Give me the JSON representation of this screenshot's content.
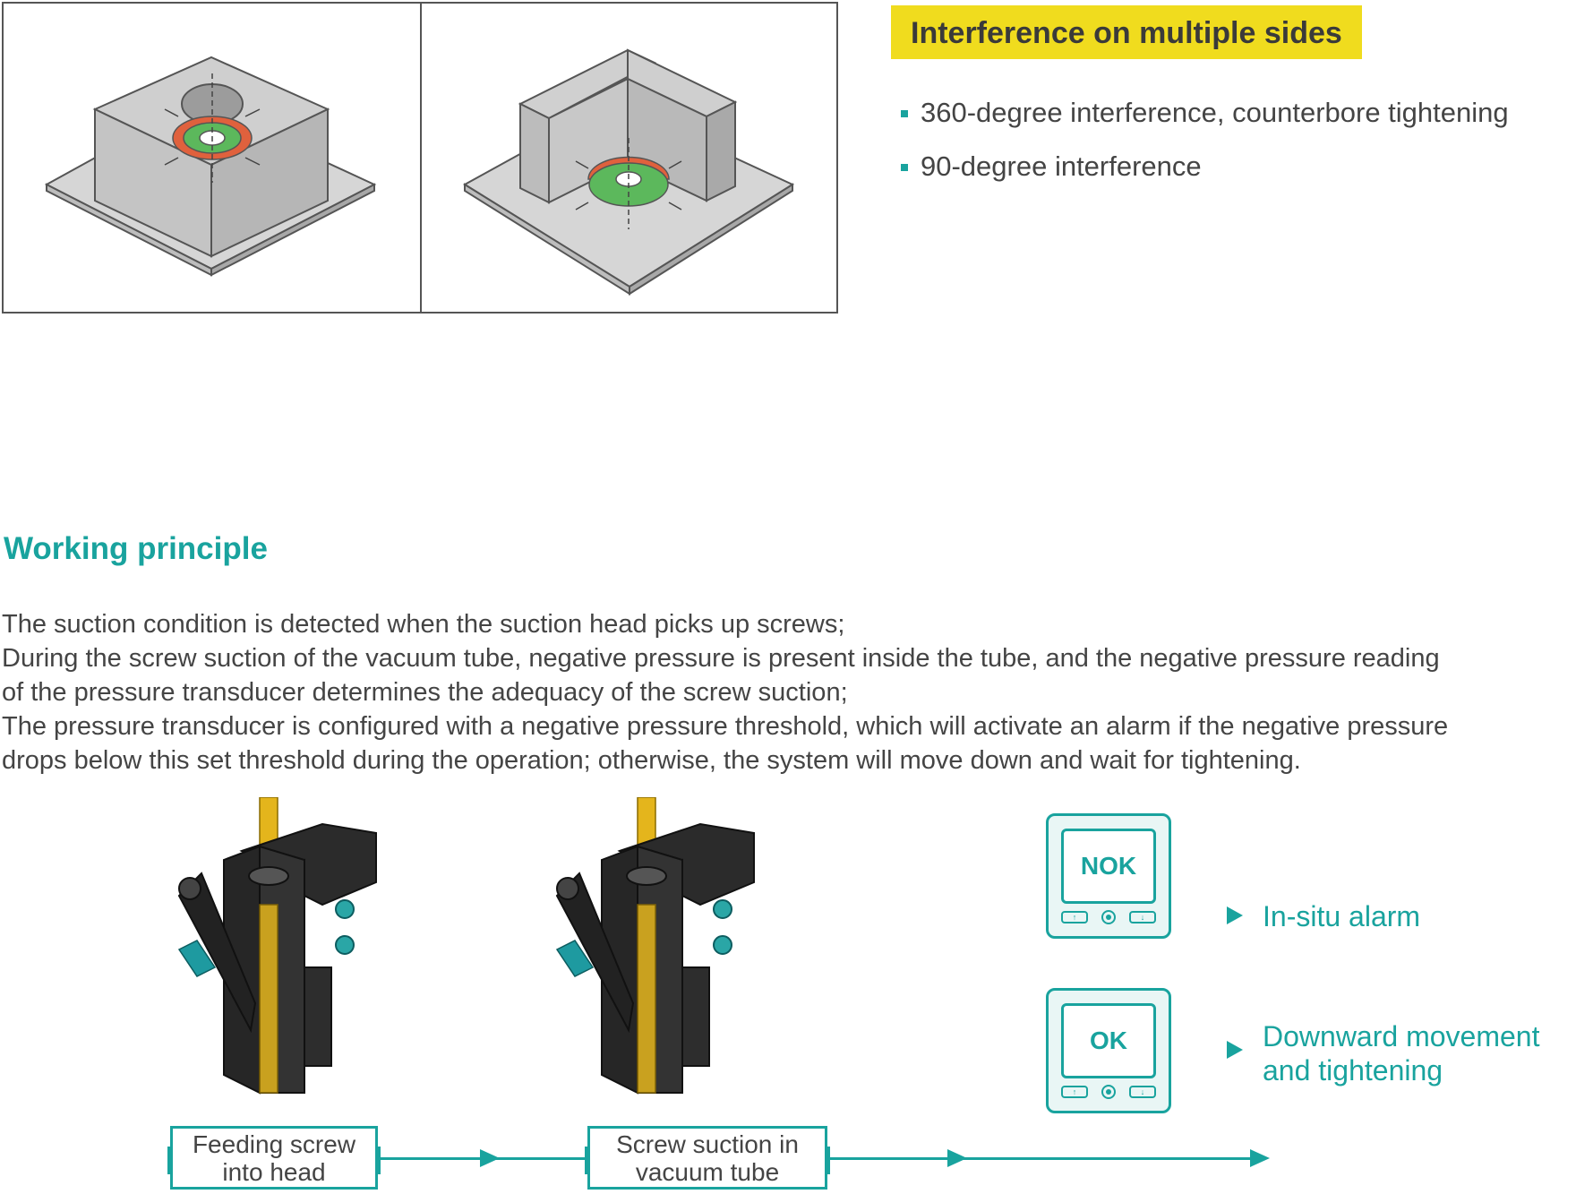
{
  "interference": {
    "title": "Interference on multiple sides",
    "bullets": [
      "360-degree interference, counterbore tightening",
      "90-degree interference"
    ]
  },
  "working_principle": {
    "title": "Working principle",
    "lines": [
      "The suction condition is detected when the suction head picks up screws;",
      "During the screw suction of the vacuum tube, negative pressure is present inside the tube, and the negative pressure reading",
      "of the pressure transducer determines the adequacy of the screw suction;",
      "The pressure transducer is configured with a negative pressure threshold, which will activate an alarm if the negative pressure",
      "drops below this set threshold during the operation; otherwise, the system will move down and wait for tightening."
    ]
  },
  "flow": {
    "step1": [
      "Feeding screw",
      "into head"
    ],
    "step2": [
      "Screw suction in",
      "vacuum tube"
    ]
  },
  "outcomes": {
    "nok": {
      "screen": "NOK",
      "label": "In-situ alarm"
    },
    "ok": {
      "screen": "OK",
      "label": [
        "Downward movement",
        "and tightening"
      ]
    }
  },
  "colors": {
    "accent": "#19a39e",
    "highlight": "#f0dc1e",
    "ok_green": "#5cb85c",
    "nok_red": "#e0613d"
  }
}
